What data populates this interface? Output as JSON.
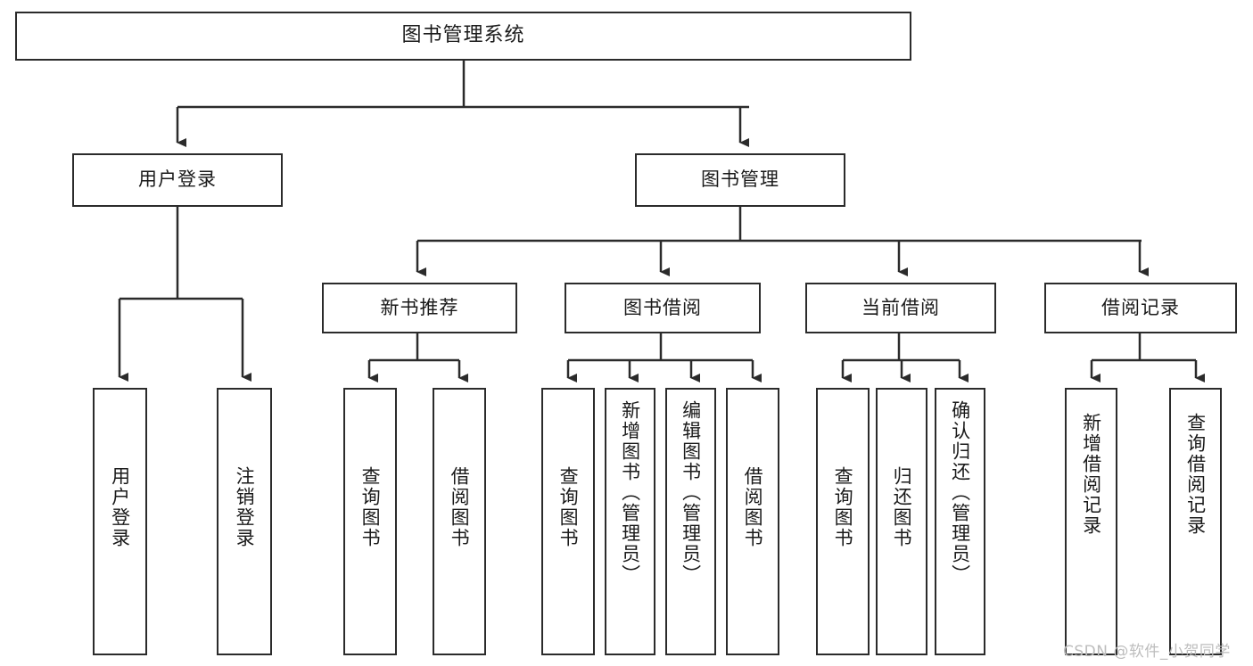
{
  "diagram": {
    "title": "图书管理系统",
    "type": "hierarchy-tree",
    "root": {
      "label": "图书管理系统"
    },
    "level2": [
      {
        "label": "用户登录"
      },
      {
        "label": "图书管理"
      }
    ],
    "level3": [
      {
        "label": "新书推荐"
      },
      {
        "label": "图书借阅"
      },
      {
        "label": "当前借阅"
      },
      {
        "label": "借阅记录"
      }
    ],
    "leaves": {
      "user_login": [
        {
          "label": "用户登录"
        },
        {
          "label": "注销登录"
        }
      ],
      "new_book_recommend": [
        {
          "label": "查询图书"
        },
        {
          "label": "借阅图书"
        }
      ],
      "book_borrow": [
        {
          "label": "查询图书"
        },
        {
          "label": "新增图书（管理员）"
        },
        {
          "label": "编辑图书（管理员）"
        },
        {
          "label": "借阅图书"
        }
      ],
      "current_borrow": [
        {
          "label": "查询图书"
        },
        {
          "label": "归还图书"
        },
        {
          "label": "确认归还（管理员）"
        }
      ],
      "borrow_record": [
        {
          "label": "新增借阅记录"
        },
        {
          "label": "查询借阅记录"
        }
      ]
    }
  },
  "watermark": {
    "text": "CSDN @软件_小贺同学"
  },
  "colors": {
    "stroke": "#2b2b2b",
    "background": "#ffffff",
    "text": "#1a1a1a",
    "watermark": "#bdbdbd"
  }
}
